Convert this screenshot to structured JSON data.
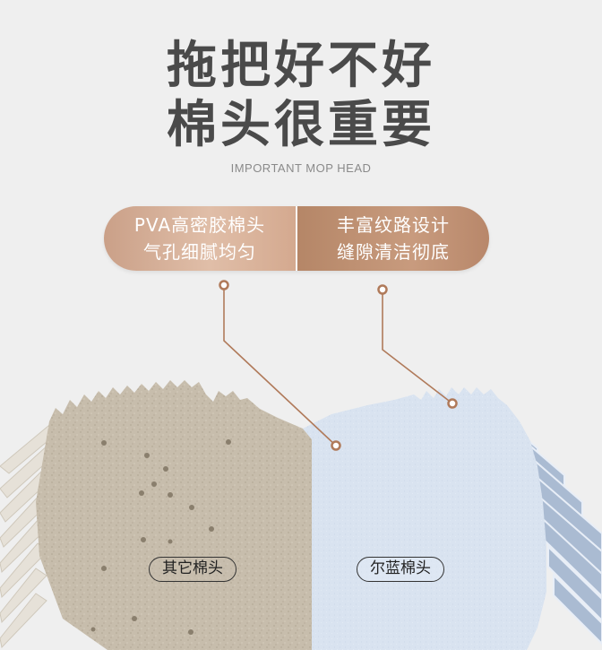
{
  "headline": {
    "line1": "拖把好不好",
    "line2": "棉头很重要",
    "subtitle": "IMPORTANT MOP HEAD"
  },
  "features": {
    "left": {
      "line1": "PVA高密胶棉头",
      "line2": "气孔细腻均匀"
    },
    "right": {
      "line1": "丰富纹路设计",
      "line2": "缝隙清洁彻底"
    }
  },
  "labels": {
    "other": "其它棉头",
    "erlan": "尔蓝棉头"
  },
  "colors": {
    "pill_left": "#d8b39c",
    "pill_right": "#c0906f",
    "other_sponge": "#c9bfae",
    "erlan_sponge": "#dbe5f2",
    "pointer": "#b07a5a"
  }
}
